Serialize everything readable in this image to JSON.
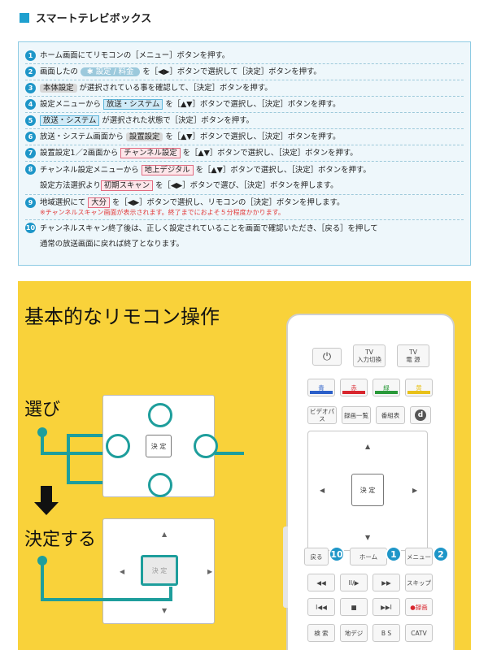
{
  "header": {
    "title": "スマートテレビボックス"
  },
  "steps": [
    {
      "num": "1",
      "pre": "ホーム画面にてリモコンの［メニュー］ボタンを押す。"
    },
    {
      "num": "2",
      "pre": "画面したの",
      "tag": "✱ 設定 / 料金",
      "post": "を［◀▶］ボタンで選択して［決定］ボタンを押す。"
    },
    {
      "num": "3",
      "pre": "",
      "tag": "本体設定",
      "post": "が選択されている事を確認して、［決定］ボタンを押す。"
    },
    {
      "num": "4",
      "pre": "設定メニューから",
      "tag": "放送・システム",
      "post": "を［▲▼］ボタンで選択し、［決定］ボタンを押す。"
    },
    {
      "num": "5",
      "pre": "",
      "tag": "放送・システム",
      "post": "が選択された状態で［決定］ボタンを押す。"
    },
    {
      "num": "6",
      "pre": "放送・システム画面から",
      "tag": "設置設定",
      "post": "を［▲▼］ボタンで選択し、［決定］ボタンを押す。"
    },
    {
      "num": "7",
      "pre": "設置設定1／2画面から",
      "tag": "チャンネル設定",
      "post": "を［▲▼］ボタンで選択し、［決定］ボタンを押す。"
    },
    {
      "num": "8",
      "pre": "チャンネル設定メニューから",
      "tag": "地上デジタル",
      "post": "を［▲▼］ボタンで選択し、［決定］ボタンを押す。",
      "pre2": "設定方法選択より",
      "tag2": "初期スキャン",
      "post2": "を［◀▶］ボタンで選び、［決定］ボタンを押します。"
    },
    {
      "num": "9",
      "pre": "地域選択にて",
      "tag": "大分",
      "post": "を［◀▶］ボタンで選択し、リモコンの［決定］ボタンを押します。",
      "note": "※チャンネルスキャン画面が表示されます。終了までにおよそ５分程度かかります。"
    },
    {
      "num": "10",
      "pre": "チャンネルスキャン終了後は、正しく設定されていることを画面で確認いただき、［戻る］を押して",
      "pre2": "通常の放送画面に戻れば終了となります。"
    }
  ],
  "panel": {
    "title": "基本的なリモコン操作",
    "select_label": "選び",
    "confirm_label": "決定する",
    "pad_center": "決 定",
    "arrows": {
      "up": "▲",
      "down": "▼",
      "left": "◀",
      "right": "▶"
    }
  },
  "remote": {
    "power": "⏻",
    "tv_switch": "TV\n入力切換",
    "tv_power": "TV\n電 源",
    "colors": [
      {
        "label": "青",
        "color": "#2b5fc9"
      },
      {
        "label": "赤",
        "color": "#d8262e"
      },
      {
        "label": "緑",
        "color": "#2a9a3a"
      },
      {
        "label": "黄",
        "color": "#e8c11a"
      }
    ],
    "video_pass": "ビデオパス",
    "rec_list": "録画一覧",
    "guide": "番組表",
    "d_button": "d",
    "pad_center": "決 定",
    "back": "戻る",
    "home": "ホーム",
    "menu": "メニュー",
    "badges": {
      "back": "10",
      "home": "1",
      "menu": "2"
    },
    "transport": [
      "◀◀",
      "II/▶",
      "▶▶",
      "スキップ"
    ],
    "transport2": [
      "I◀◀",
      "■",
      "▶▶I",
      "●録画"
    ],
    "sources": [
      "検 索",
      "地デジ",
      "B S",
      "CATV"
    ]
  }
}
